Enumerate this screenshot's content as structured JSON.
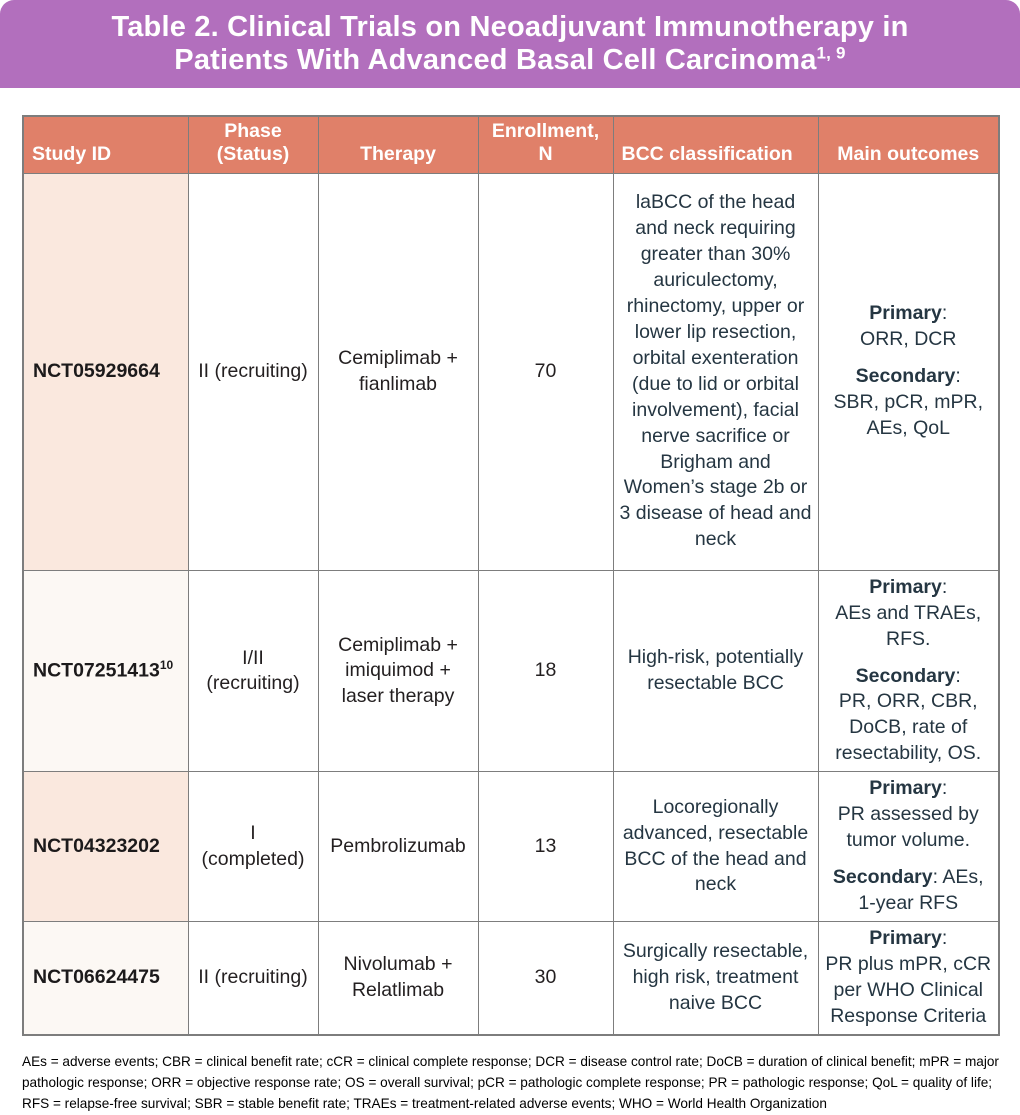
{
  "title": {
    "line1": "Table 2. Clinical Trials on Neoadjuvant Immunotherapy in",
    "line2": "Patients With Advanced Basal Cell Carcinoma",
    "superscript": "1, 9"
  },
  "colors": {
    "banner_bg": "#B26FBD",
    "header_bg": "#E08069",
    "study_col_peach": "#FAE8DE",
    "study_col_light": "#FCF8F4",
    "grid_border": "#7d7d7d",
    "body_text_dark": "#253642"
  },
  "table": {
    "columns": [
      "Study ID",
      "Phase\n(Status)",
      "Therapy",
      "Enrollment,\nN",
      "BCC classification",
      "Main outcomes"
    ],
    "rows": [
      {
        "study_id": "NCT05929664",
        "study_id_sup": "",
        "phase": "II (recruiting)",
        "therapy": "Cemiplimab + fianlimab",
        "enrollment": "70",
        "bcc": "laBCC of the head and neck requiring greater than 30% auriculectomy, rhinectomy, upper or lower lip resection, orbital exenteration (due to lid or orbital involvement), facial nerve sacrifice or Brigham and Women’s stage 2b or 3 disease of head and neck",
        "outcomes": [
          {
            "label": "Primary",
            "text": "ORR, DCR",
            "inline": false
          },
          {
            "label": "Secondary",
            "text": "SBR, pCR, mPR, AEs, QoL",
            "inline": false
          }
        ]
      },
      {
        "study_id": "NCT07251413",
        "study_id_sup": "10",
        "phase": "I/II\n(recruiting)",
        "therapy": "Cemiplimab + imiquimod + laser therapy",
        "enrollment": "18",
        "bcc": "High-risk, potentially resectable BCC",
        "outcomes": [
          {
            "label": "Primary",
            "text": "AEs and TRAEs, RFS.",
            "inline": false
          },
          {
            "label": "Secondary",
            "text": "PR, ORR, CBR, DoCB, rate of resectability, OS.",
            "inline": false
          }
        ]
      },
      {
        "study_id": "NCT04323202",
        "study_id_sup": "",
        "phase": "I\n(completed)",
        "therapy": "Pembrolizumab",
        "enrollment": "13",
        "bcc": "Locoregionally advanced, resectable BCC of the head and neck",
        "outcomes": [
          {
            "label": "Primary",
            "text": "PR assessed by tumor volume.",
            "inline": false
          },
          {
            "label": "Secondary",
            "text": "AEs, 1-year RFS",
            "inline": true
          }
        ]
      },
      {
        "study_id": "NCT06624475",
        "study_id_sup": "",
        "phase": "II (recruiting)",
        "therapy": "Nivolumab + Relatlimab",
        "enrollment": "30",
        "bcc": "Surgically resectable, high risk, treatment naive BCC",
        "outcomes": [
          {
            "label": "Primary",
            "text": "PR plus mPR, cCR per WHO Clinical Response Criteria",
            "inline": false
          }
        ]
      }
    ]
  },
  "footnote": {
    "text": "AEs = adverse events; CBR = clinical  benefit rate; cCR = clinical complete response; DCR = disease control rate; DoCB = duration of clinical benefit; mPR = major pathologic response; ORR = objective response rate; OS = overall survival; pCR = pathologic complete response; PR = pathologic response; QoL = quality of life; RFS = relapse-free survival; SBR = stable benefit rate; TRAEs = treatment-related adverse events; WHO = World Health Organization"
  }
}
